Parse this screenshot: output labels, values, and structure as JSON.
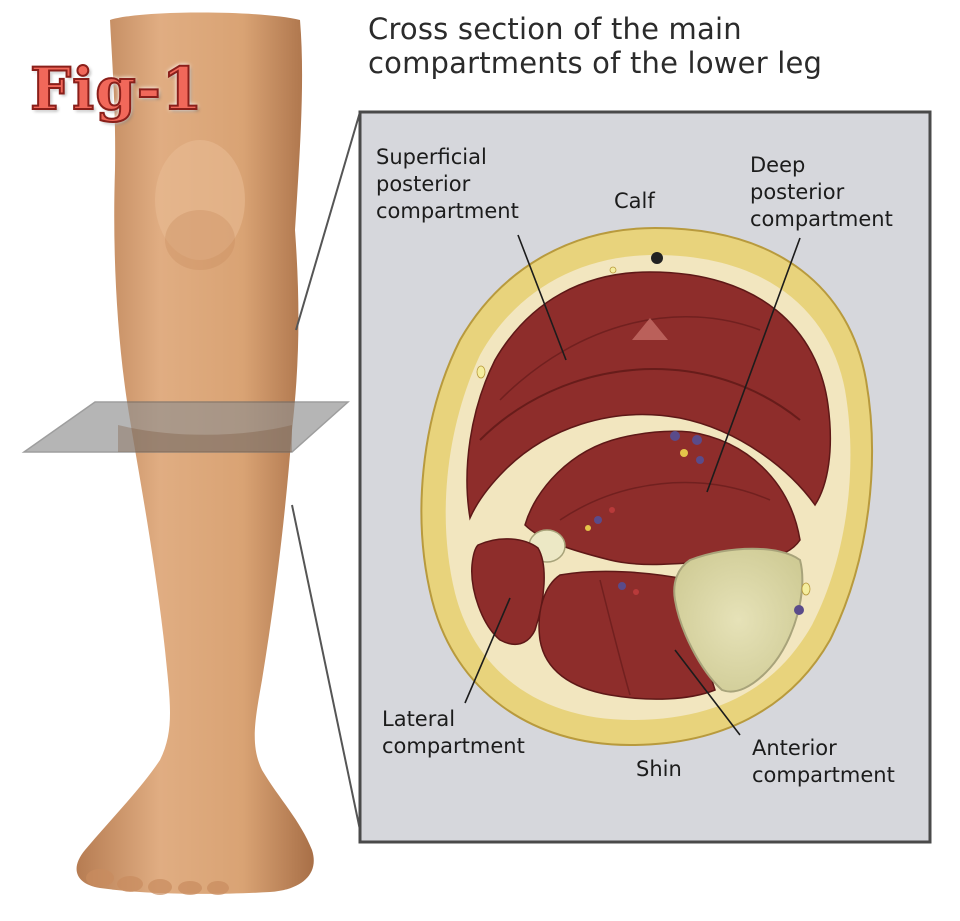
{
  "figure_label": "Fig-1",
  "title": {
    "line1": "Cross section of the main",
    "line2": "compartments of the lower leg"
  },
  "labels": {
    "superficial_posterior": [
      "Superficial",
      "posterior",
      "compartment"
    ],
    "calf": "Calf",
    "deep_posterior": [
      "Deep",
      "posterior",
      "compartment"
    ],
    "lateral": [
      "Lateral",
      "compartment"
    ],
    "shin": "Shin",
    "anterior": [
      "Anterior",
      "compartment"
    ]
  },
  "colors": {
    "skin": "#d9a374",
    "skin_shadow": "#b67c52",
    "panel_bg": "#d6d7dc",
    "fat_layer": "#e8d37c",
    "muscle": "#8e2d2b",
    "muscle_dark": "#6f1f1e",
    "fascia": "#f2e6bf",
    "bone": "#ece8c5"
  }
}
